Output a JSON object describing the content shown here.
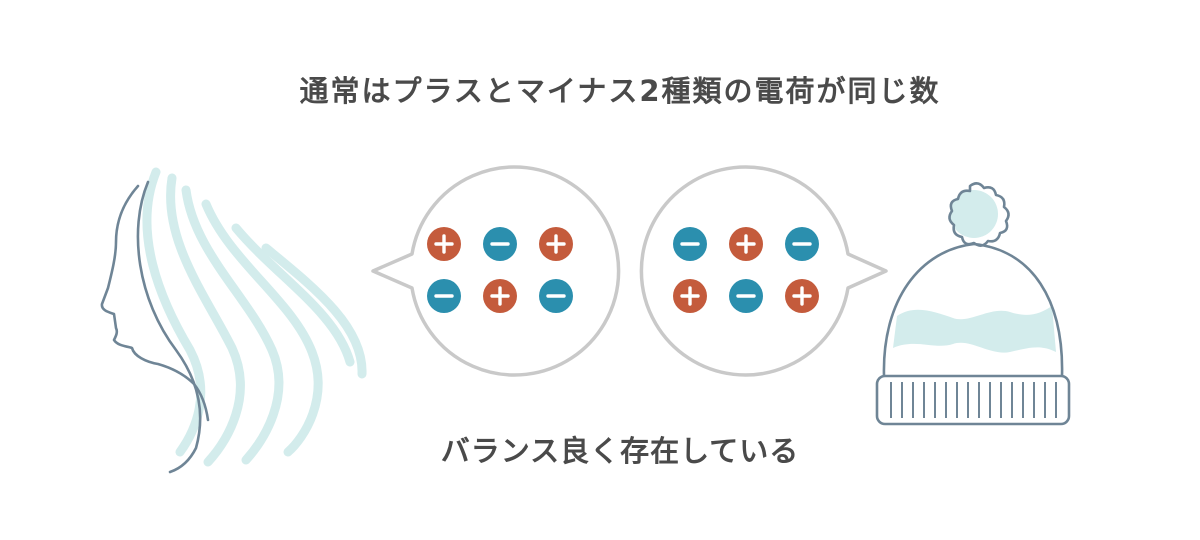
{
  "title": "通常はプラスとマイナス2種類の電荷が同じ数",
  "caption": "バランス良く存在している",
  "colors": {
    "plus": "#c45b3c",
    "minus": "#2b8fae",
    "bubble_stroke": "#c9c9c9",
    "line": "#6f8596",
    "accent_light": "#d3ecec"
  },
  "bubbles": [
    {
      "name": "hair-bubble",
      "pointer": "left",
      "charges": [
        [
          "plus",
          "minus",
          "plus"
        ],
        [
          "minus",
          "plus",
          "minus"
        ]
      ]
    },
    {
      "name": "hat-bubble",
      "pointer": "right",
      "charges": [
        [
          "minus",
          "plus",
          "minus"
        ],
        [
          "plus",
          "minus",
          "plus"
        ]
      ]
    }
  ],
  "icons": {
    "left": "woman-hair-icon",
    "right": "knit-hat-icon"
  }
}
